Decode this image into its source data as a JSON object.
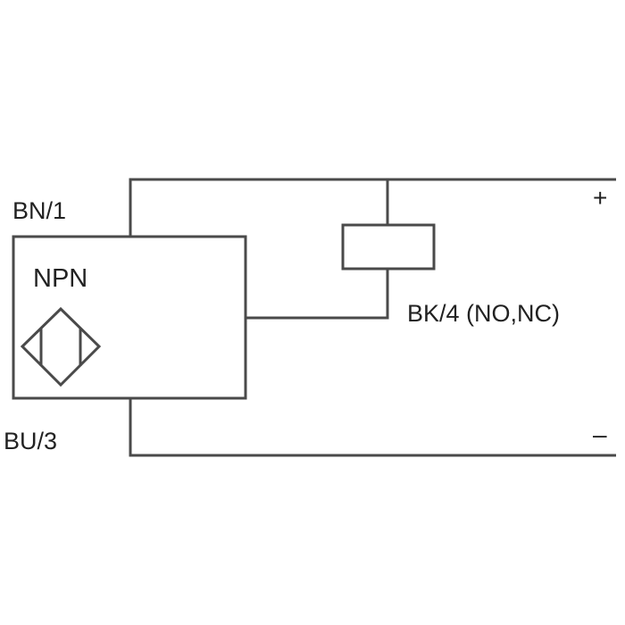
{
  "diagram": {
    "sensor_label": "NPN",
    "terminals": {
      "brown": "BN/1",
      "blue": "BU/3",
      "black": "BK/4 (NO,NC)"
    },
    "supply": {
      "positive": "+",
      "negative": "–"
    },
    "colors": {
      "line": "#4a4a4a",
      "text": "#222222",
      "background": "#ffffff"
    },
    "icons": {
      "sensor_symbol": "inductive-sensor-icon",
      "load": "load-resistor-icon"
    }
  }
}
